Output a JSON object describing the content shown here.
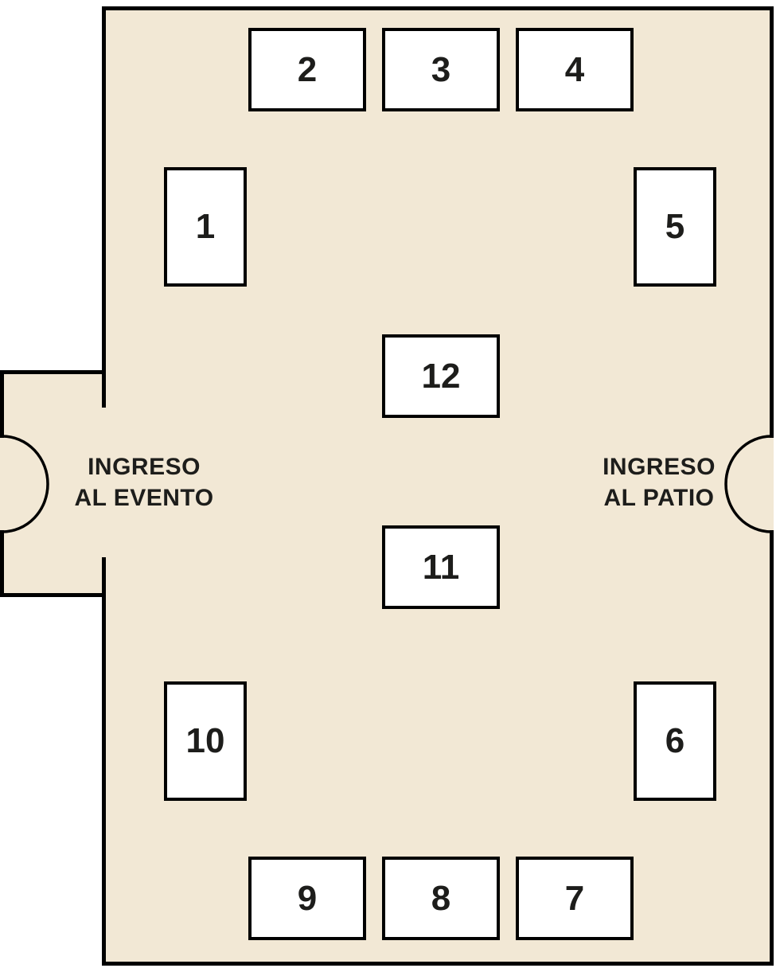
{
  "floor_plan": {
    "colors": {
      "room_fill": "#f2e8d5",
      "wall": "#000000",
      "booth_fill": "#ffffff",
      "text": "#1d1d1b"
    },
    "entrances": {
      "event": {
        "line1": "INGRESO",
        "line2": "AL EVENTO"
      },
      "patio": {
        "line1": "INGRESO",
        "line2": "AL PATIO"
      }
    },
    "booths": {
      "b1": {
        "label": "1"
      },
      "b2": {
        "label": "2"
      },
      "b3": {
        "label": "3"
      },
      "b4": {
        "label": "4"
      },
      "b5": {
        "label": "5"
      },
      "b6": {
        "label": "6"
      },
      "b7": {
        "label": "7"
      },
      "b8": {
        "label": "8"
      },
      "b9": {
        "label": "9"
      },
      "b10": {
        "label": "10"
      },
      "b11": {
        "label": "11"
      },
      "b12": {
        "label": "12"
      }
    }
  }
}
